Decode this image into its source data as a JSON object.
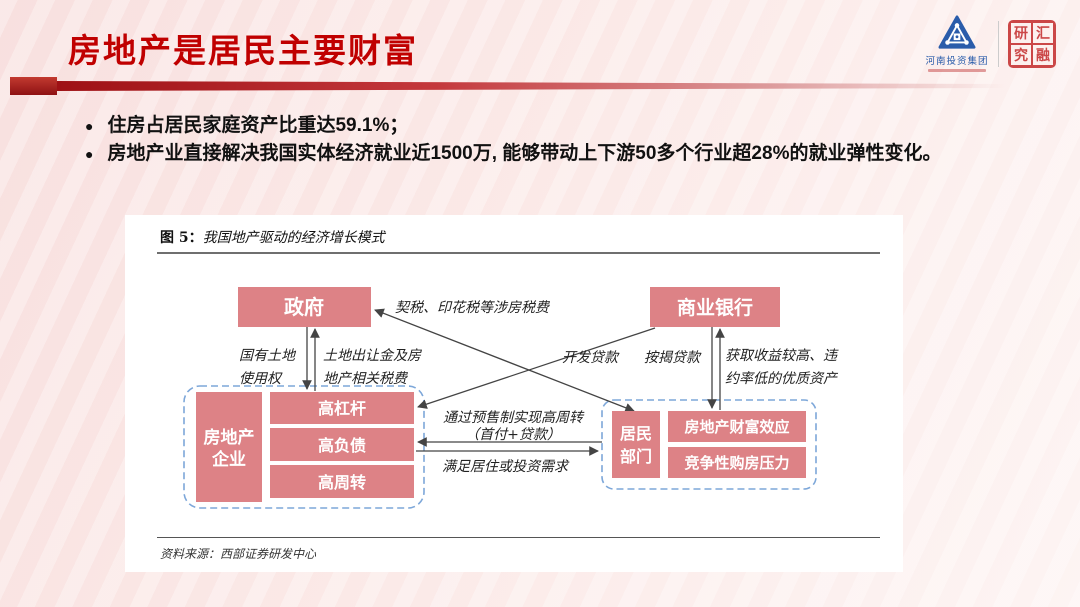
{
  "slide": {
    "title": "房地产是居民主要财富",
    "bullets": [
      "住房占居民家庭资产比重达59.1%；",
      "房地产业直接解决我国实体经济就业近1500万, 能够带动上下游50多个行业超28%的就业弹性变化。"
    ],
    "bullet_marker": "●"
  },
  "header": {
    "org_name": "河南投资集团",
    "seal_chars": [
      "研",
      "汇",
      "究",
      "融"
    ]
  },
  "figure": {
    "caption_prefix": "图 5：",
    "caption": "我国地产驱动的经济增长模式",
    "source": "资料来源：西部证券研发中心",
    "nodes": {
      "government": "政府",
      "bank": "商业银行",
      "developer_l1": "房地产",
      "developer_l2": "企业",
      "high_leverage": "高杠杆",
      "high_debt": "高负债",
      "high_turnover": "高周转",
      "resident_l1": "居民",
      "resident_l2": "部门",
      "wealth_effect": "房地产财富效应",
      "purchase_pressure": "竞争性购房压力"
    },
    "edges": {
      "deed_tax": "契税、印花税等涉房税费",
      "land_use_l1": "国有土地",
      "land_use_l2": "使用权",
      "land_fee_l1": "土地出让金及房",
      "land_fee_l2": "地产相关税费",
      "dev_loan": "开发贷款",
      "mortgage": "按揭贷款",
      "quality_asset_l1": "获取收益较高、违",
      "quality_asset_l2": "约率低的优质资产",
      "presale_l1": "通过预售制实现高周转",
      "presale_l2": "（首付+贷款）",
      "demand": "满足居住或投资需求"
    }
  },
  "colors": {
    "title_red": "#c00000",
    "accent_bar_red": "#9e1115",
    "node_fill": "#dd8286",
    "cluster_border_blue": "#7da7d9",
    "figure_text": "#222222",
    "background_pink": "#fae7e6",
    "logo_blue": "#2a5caa",
    "seal_red": "#c53030"
  }
}
